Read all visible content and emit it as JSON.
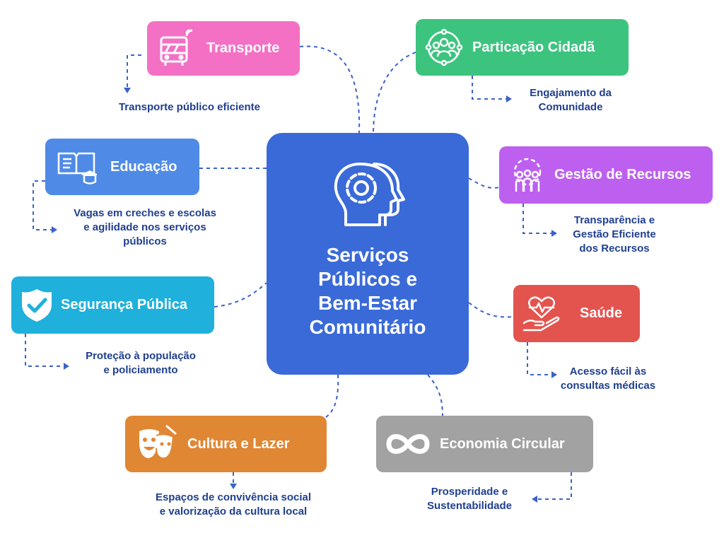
{
  "center": {
    "title": "Serviços\nPúblicos e\nBem-Estar\nComunitário",
    "icon": "head-gear-icon",
    "color": "#3a6ad8"
  },
  "nodes": {
    "transporte": {
      "label": "Transporte",
      "desc": "Transporte público eficiente",
      "color": "#f470c4",
      "icon": "bus-icon"
    },
    "educacao": {
      "label": "Educação",
      "desc": "Vagas em creches e escolas\ne agilidade nos serviços\npúblicos",
      "color": "#4f8be6",
      "icon": "book-graduation-icon"
    },
    "seguranca": {
      "label": "Segurança Pública",
      "desc": "Proteção à população\ne policiamento",
      "color": "#1fb0dc",
      "icon": "shield-check-icon"
    },
    "cultura": {
      "label": "Cultura e Lazer",
      "desc": "Espaços de convivência social\ne valorização da cultura local",
      "color": "#e08734",
      "icon": "theater-masks-icon"
    },
    "economia": {
      "label": "Economia Circular",
      "desc": "Prosperidade e\nSustentabilidade",
      "color": "#a2a2a2",
      "icon": "infinity-icon"
    },
    "saude": {
      "label": "Saúde",
      "desc": "Acesso fácil às\nconsultas médicas",
      "color": "#e4544f",
      "icon": "heart-hand-icon"
    },
    "gestao": {
      "label": "Gestão de Recursos",
      "desc": "Transparência e\nGestão Eficiente\ndos Recursos",
      "color": "#bd60f0",
      "icon": "people-gear-icon"
    },
    "participacao": {
      "label": "Particação Cidadã",
      "desc": "Engajamento da\nComunidade",
      "color": "#3cc47f",
      "icon": "community-network-icon"
    }
  },
  "connector_color": "#3a62c8"
}
